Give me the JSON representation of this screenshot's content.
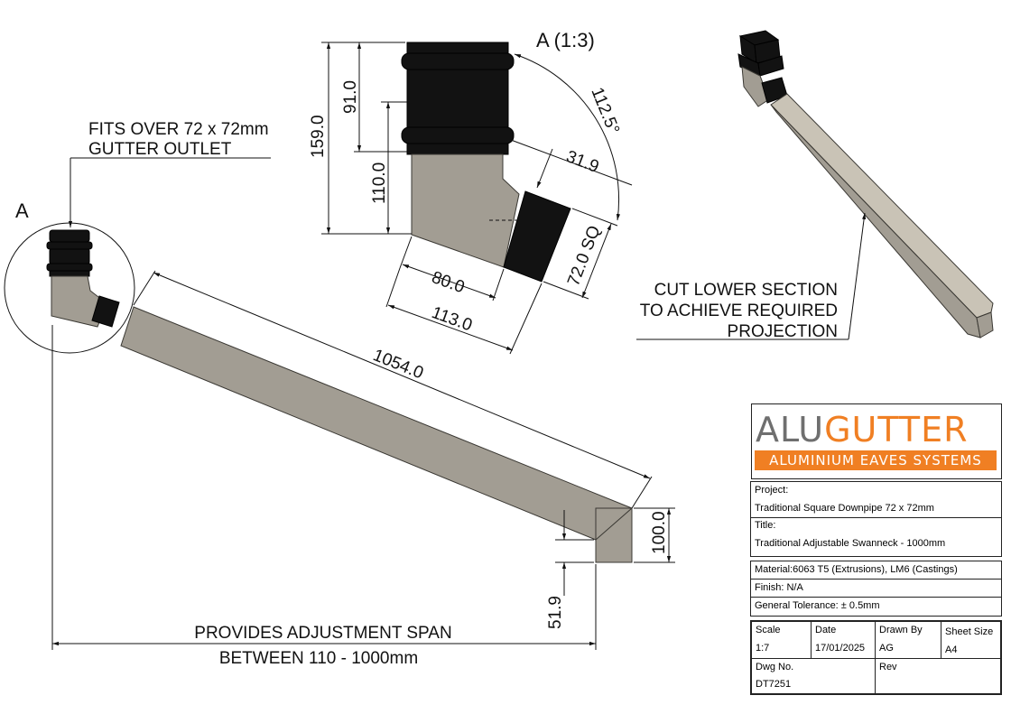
{
  "callouts": {
    "fits_over_line1": "FITS OVER 72 x 72mm",
    "fits_over_line2": "GUTTER OUTLET",
    "detail_marker": "A",
    "detail_title": "A (1:3)",
    "cut_line1": "CUT LOWER SECTION",
    "cut_line2": "TO ACHIEVE REQUIRED",
    "cut_line3": "PROJECTION",
    "span_line1": "PROVIDES ADJUSTMENT SPAN",
    "span_line2": "BETWEEN 110 - 1000mm"
  },
  "dimensions": {
    "d159": "159.0",
    "d91": "91.0",
    "d110": "110.0",
    "d31_9": "31.9",
    "angle": "112.5°",
    "d72sq": "72.0 SQ",
    "d80": "80.0",
    "d113": "113.0",
    "d1054": "1054.0",
    "d100": "100.0",
    "d51_9": "51.9"
  },
  "logo": {
    "alu": "ALU",
    "gutter": "GUTTER",
    "tagline": "ALUMINIUM EAVES SYSTEMS"
  },
  "title_block": {
    "project_label": "Project:",
    "project_value": "Traditional Square Downpipe 72 x 72mm",
    "title_label": "Title:",
    "title_value": "Traditional Adjustable Swanneck - 1000mm",
    "material": "Material:6063 T5 (Extrusions), LM6 (Castings)",
    "finish": "Finish: N/A",
    "tolerance": "General Tolerance: ± 0.5mm",
    "scale_label": "Scale",
    "scale_value": "1:7",
    "date_label": "Date",
    "date_value": "17/01/2025",
    "drawn_label": "Drawn By",
    "drawn_value": "AG",
    "sheet_label": "Sheet Size",
    "sheet_value": "A4",
    "dwg_label": "Dwg No.",
    "dwg_value": "DT7251",
    "rev_label": "Rev",
    "rev_value": ""
  },
  "colors": {
    "brand_orange": "#f07f23",
    "brand_grey": "#6f6f6f",
    "pipe_finish": "#a29d93",
    "socket_finish": "#121212"
  }
}
